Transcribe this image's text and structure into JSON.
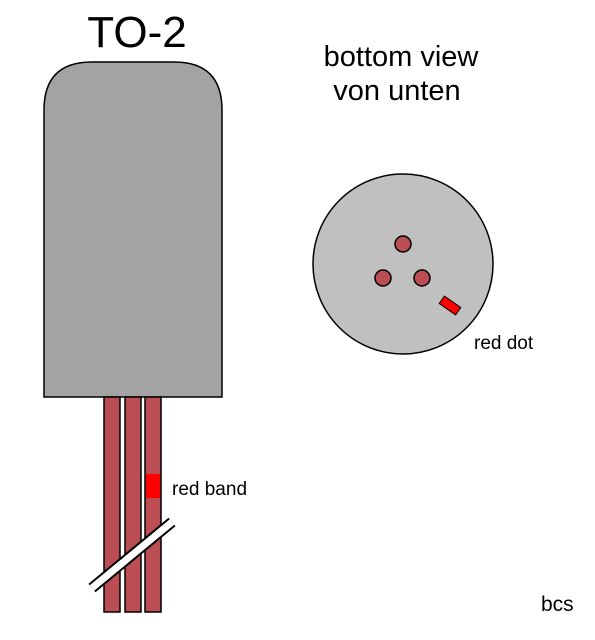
{
  "title": "TO-2",
  "bottom_view": {
    "line1": "bottom view",
    "line2": "von unten"
  },
  "labels": {
    "red_band": "red band",
    "red_dot": "red dot",
    "credit": "bcs"
  },
  "colors": {
    "body": "#a3a3a3",
    "base": "#c0c0c0",
    "lead": "#bb4d55",
    "marker": "#ff0000",
    "outline": "#000000",
    "background": "#ffffff"
  }
}
